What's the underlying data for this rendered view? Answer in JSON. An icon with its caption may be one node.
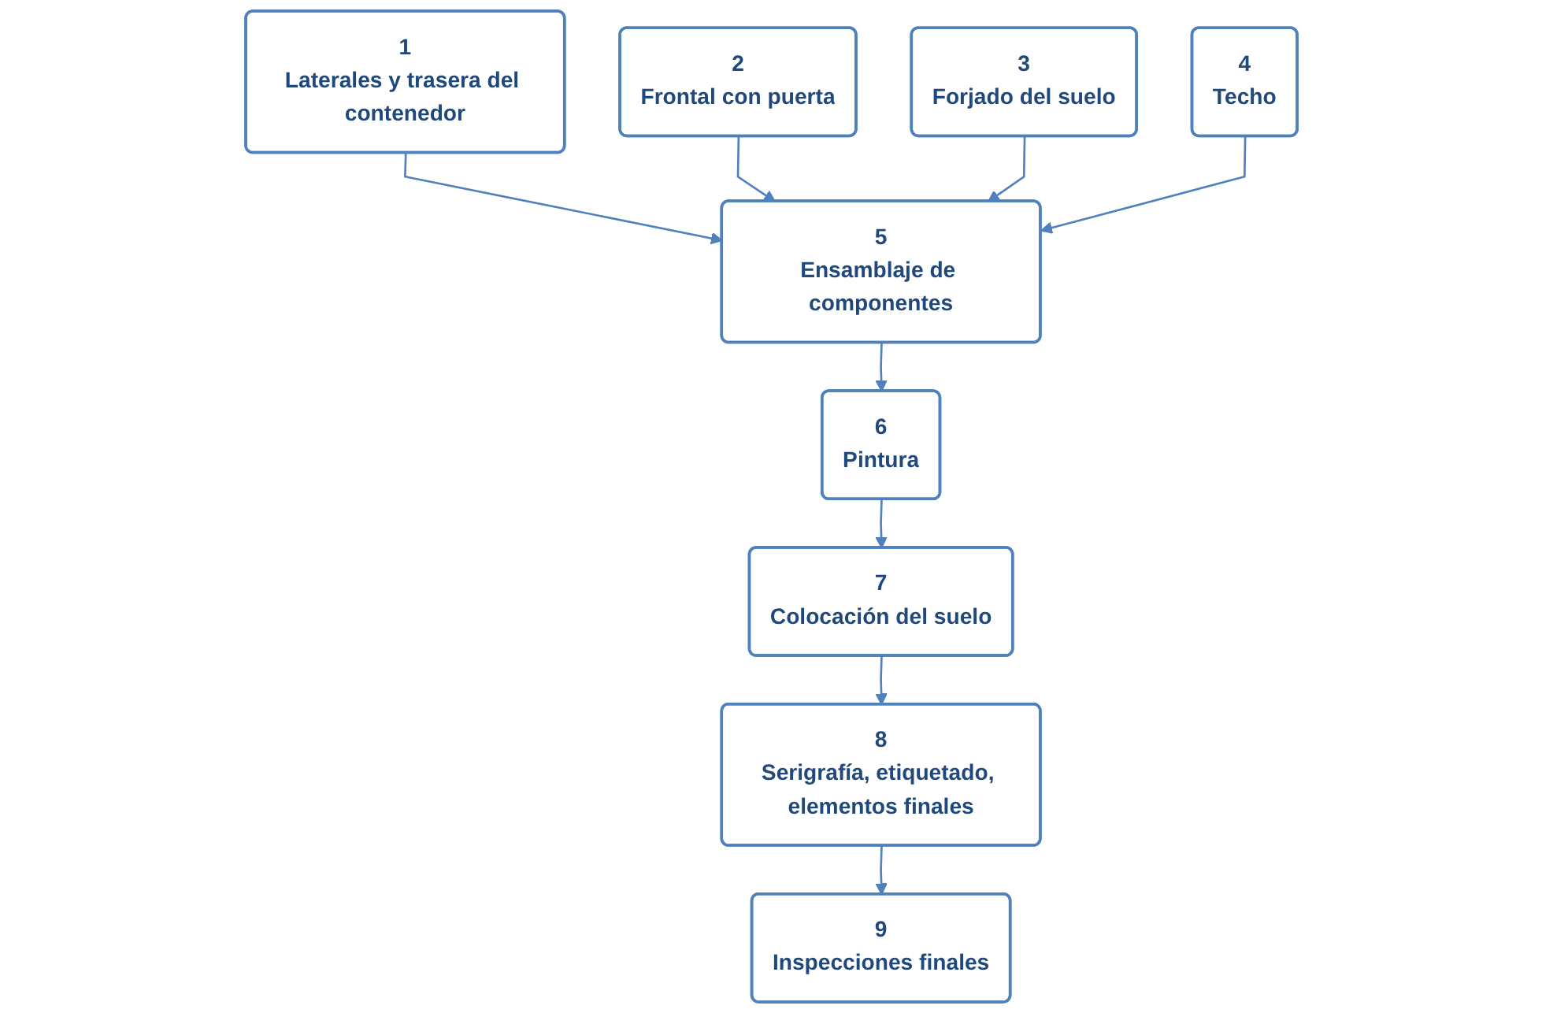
{
  "diagram": {
    "nodes": [
      {
        "text": [
          "1",
          "Laterales y trasera del contenedor"
        ]
      },
      {
        "text": [
          "2",
          "Frontal con puerta"
        ]
      },
      {
        "text": [
          "3",
          "Forjado del suelo"
        ]
      },
      {
        "text": [
          "4",
          "Techo"
        ]
      },
      {
        "text": [
          "5",
          "Ensamblaje de componentes"
        ]
      },
      {
        "text": [
          "6",
          "Pintura"
        ]
      },
      {
        "text": [
          "7",
          "Colocación del suelo"
        ]
      },
      {
        "text": [
          "8",
          "Serigrafía, etiquetado, elementos finales"
        ]
      },
      {
        "text": [
          "9",
          "Inspecciones finales"
        ]
      }
    ],
    "edges": [
      {
        "from": 0,
        "to": 4,
        "arrow": "to"
      },
      {
        "from": 1,
        "to": 4,
        "arrow": "to"
      },
      {
        "from": 2,
        "to": 4,
        "arrow": "to"
      },
      {
        "from": 3,
        "to": 4,
        "arrow": "to"
      },
      {
        "from": 4,
        "to": 5,
        "arrow": "to"
      },
      {
        "from": 5,
        "to": 6,
        "arrow": "to"
      },
      {
        "from": 6,
        "to": 7,
        "arrow": "to"
      },
      {
        "from": 7,
        "to": 8,
        "arrow": "to"
      }
    ]
  }
}
